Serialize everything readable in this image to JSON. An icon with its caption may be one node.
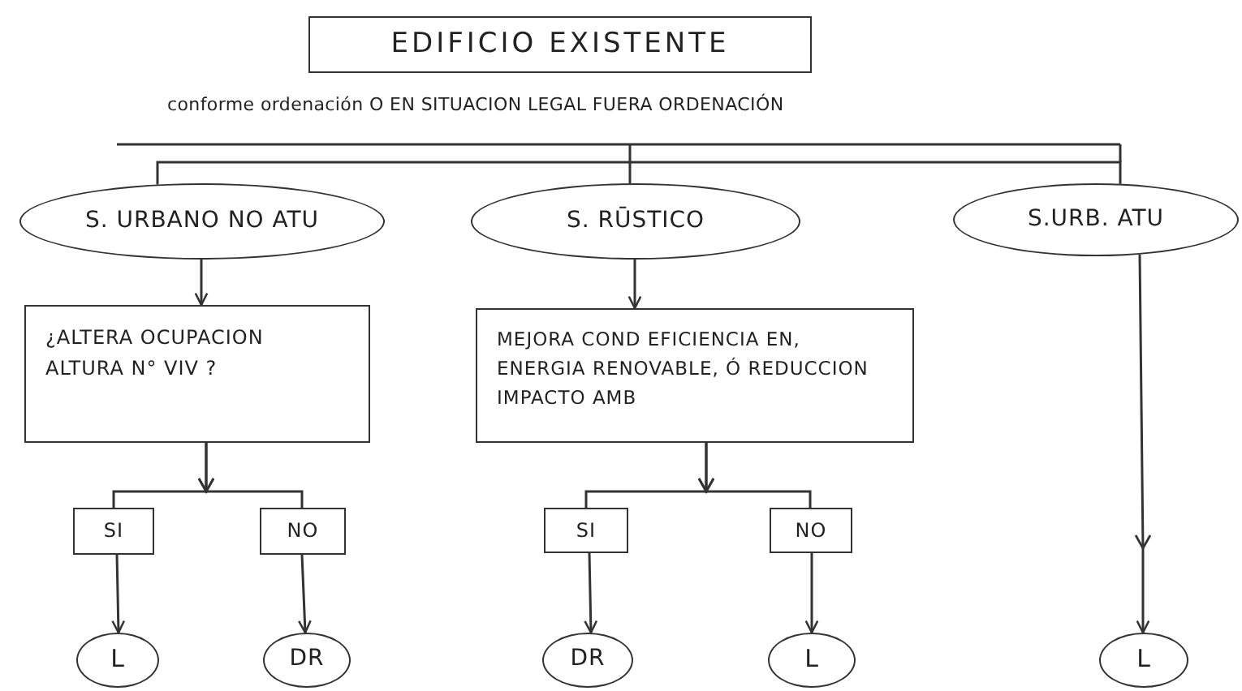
{
  "diagram": {
    "nodes": [
      {
        "text": [
          "EDIFICIO EXISTENTE"
        ],
        "beside": [
          "conforme ordenación O EN SITUACION LEGAL FUERA ORDENACIÓN"
        ]
      },
      {
        "text": [
          "S. URBANO NO ATU"
        ]
      },
      {
        "text": [
          "S. RŪSTICO"
        ]
      },
      {
        "text": [
          "S.URB. ATU"
        ]
      },
      {
        "text": [
          "¿ALTERA OCUPACION ALTURA N° VIV ?"
        ]
      },
      {
        "text": [
          "MEJORA COND EFICIENCIA EN, ENERGIA RENOVABLE, Ó REDUCCION IMPACTO AMB"
        ]
      },
      {
        "text": [
          "SI"
        ]
      },
      {
        "text": [
          "NO"
        ]
      },
      {
        "text": [
          "SI"
        ]
      },
      {
        "text": [
          "NO"
        ]
      },
      {
        "text": [
          "L"
        ]
      },
      {
        "text": [
          "DR"
        ]
      },
      {
        "text": [
          "DR"
        ]
      },
      {
        "text": [
          "L"
        ]
      },
      {
        "text": [
          "L"
        ]
      }
    ],
    "edges": [
      {
        "from": null,
        "to": 1,
        "arrow": "none"
      },
      {
        "from": null,
        "to": 2,
        "arrow": "none"
      },
      {
        "from": null,
        "to": 3,
        "arrow": "none"
      },
      {
        "from": 1,
        "to": 4,
        "arrow": "to"
      },
      {
        "from": 2,
        "to": 5,
        "arrow": "to"
      },
      {
        "from": 4,
        "to": 6,
        "arrow": "to"
      },
      {
        "from": 4,
        "to": 7,
        "arrow": "to"
      },
      {
        "from": 5,
        "to": 8,
        "arrow": "to"
      },
      {
        "from": 5,
        "to": 9,
        "arrow": "to"
      },
      {
        "from": 6,
        "to": 10,
        "arrow": "to"
      },
      {
        "from": 7,
        "to": 11,
        "arrow": "to"
      },
      {
        "from": 8,
        "to": 12,
        "arrow": "to"
      },
      {
        "from": 9,
        "to": 13,
        "arrow": "to"
      },
      {
        "from": 3,
        "to": 14,
        "arrow": "to"
      }
    ]
  }
}
